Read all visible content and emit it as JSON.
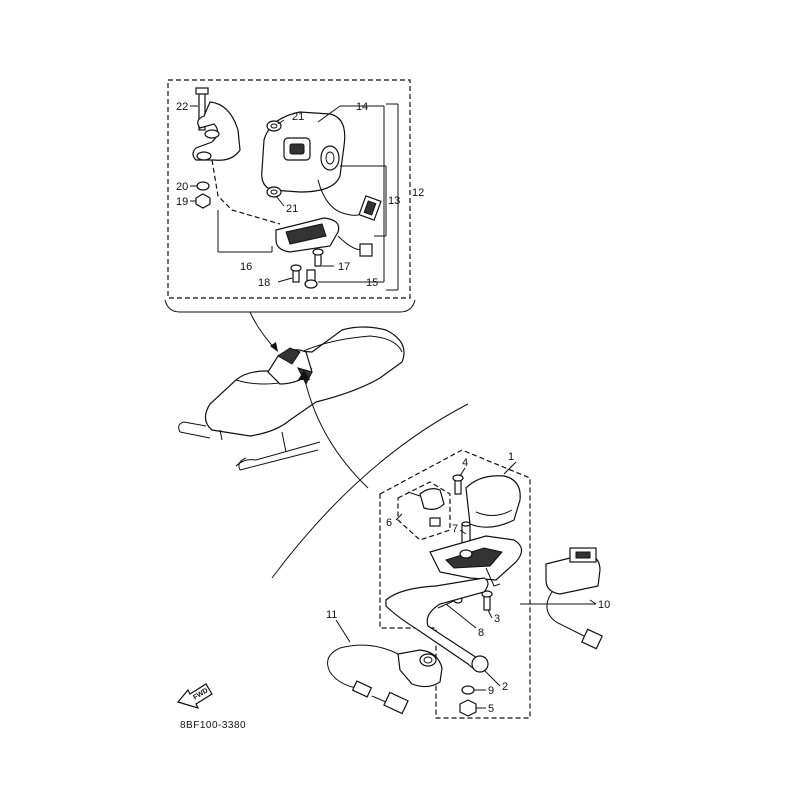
{
  "figure_code": "8BF100-3380",
  "fwd_label": "FWD",
  "callouts": [
    "1",
    "2",
    "3",
    "4",
    "5",
    "6",
    "7",
    "8",
    "9",
    "10",
    "11",
    "12",
    "13",
    "14",
    "15",
    "16",
    "17",
    "18",
    "19",
    "20",
    "21",
    "21",
    "22"
  ]
}
